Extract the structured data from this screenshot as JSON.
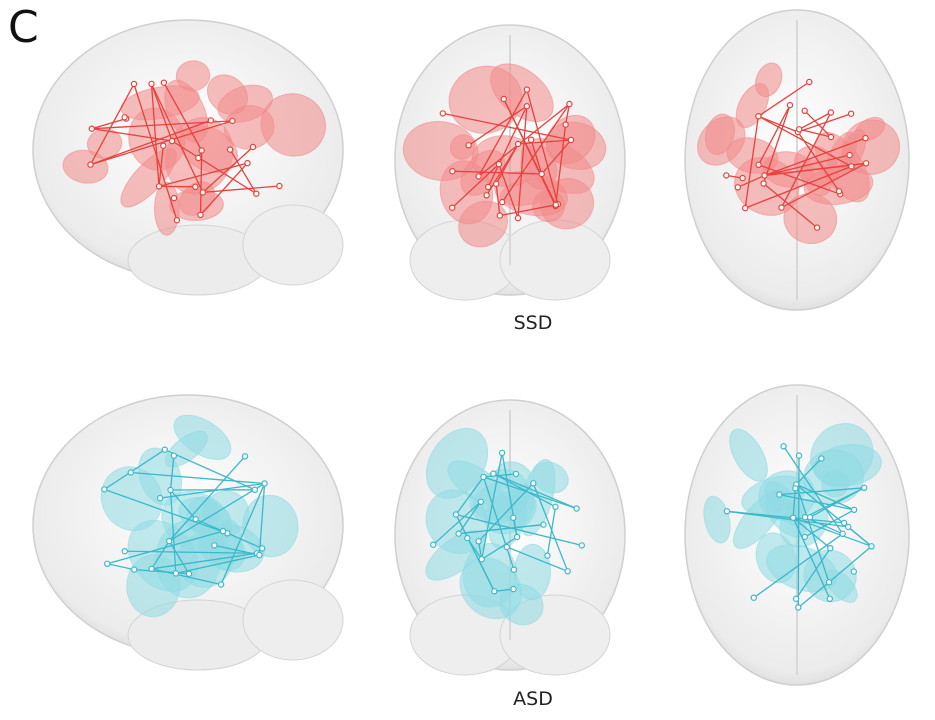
{
  "figure": {
    "panel_letter": "C",
    "groups": [
      {
        "label": "SSD",
        "color": "#e8413d",
        "fill": "#f28a8a",
        "views": [
          "lateral",
          "frontal",
          "axial"
        ]
      },
      {
        "label": "ASD",
        "color": "#3bb8c9",
        "fill": "#8fdbe3",
        "views": [
          "lateral",
          "frontal",
          "axial"
        ]
      }
    ]
  }
}
